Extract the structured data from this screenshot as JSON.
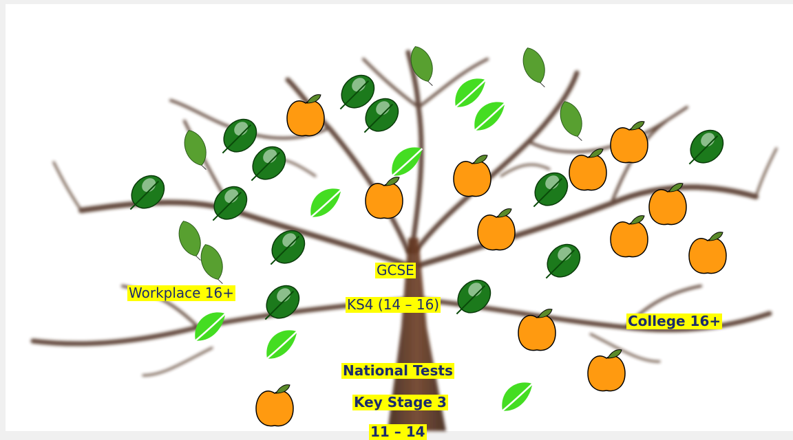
{
  "labels": {
    "gcse": "GCSE",
    "ks4": "KS4 (14 – 16)",
    "workplace": "Workplace 16+",
    "college": "College 16+",
    "national_tests": "National Tests",
    "key_stage_3": "Key Stage 3",
    "ks3_age_cut": "11 – 14"
  },
  "colors": {
    "label_highlight": "#ffff00",
    "label_text": "#1b2b6b",
    "trunk": "#4a2a1a",
    "apple": "#ff9a10",
    "dark_leaf": "#1c7a1c",
    "light_leaf": "#44dd22",
    "olive_leaf": "#58a030"
  },
  "icons": [
    "tree-illustration",
    "apple-icon",
    "dark-leaf-icon",
    "light-leaf-icon",
    "olive-leaf-icon"
  ]
}
